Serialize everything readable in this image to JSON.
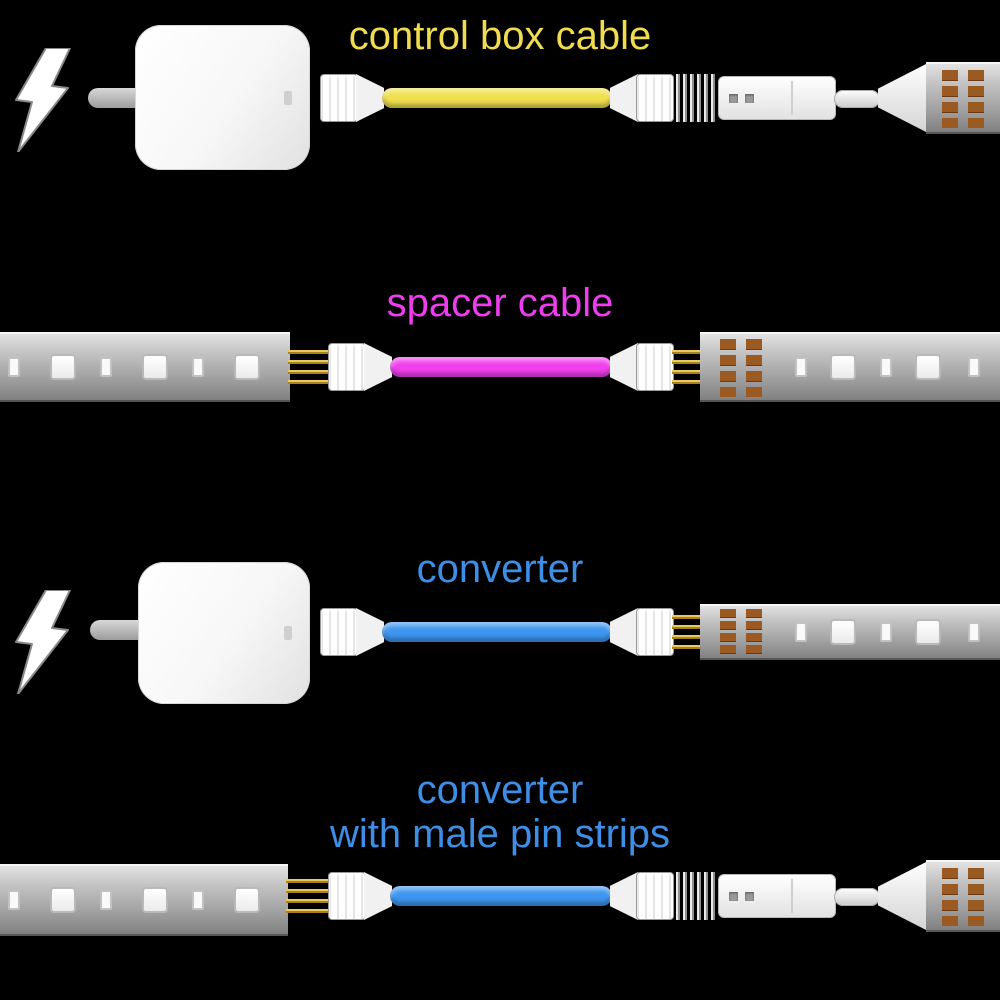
{
  "diagram": {
    "background_color": "#000000",
    "rows": [
      {
        "id": "control-box-cable",
        "label": "control box cable",
        "label_color": "#f0dc50",
        "cable_color": "#f0e04e",
        "components": [
          "lightning-bolt",
          "power-adapter",
          "4-pin-connector",
          "male-pin-strip",
          "adapter-connector",
          "led-strip-end"
        ]
      },
      {
        "id": "spacer-cable",
        "label": "spacer cable",
        "label_color": "#ee3cee",
        "cable_color": "#f040ee",
        "components": [
          "led-strip",
          "4-pin-connector",
          "4-pin-connector",
          "led-strip"
        ]
      },
      {
        "id": "converter",
        "label": "converter",
        "label_color": "#3e8ee6",
        "cable_color": "#3e96f0",
        "components": [
          "lightning-bolt",
          "power-adapter",
          "4-pin-connector",
          "led-strip"
        ]
      },
      {
        "id": "converter-with-male-pin-strips",
        "label": "converter",
        "label_line2": "with male pin strips",
        "label_color": "#3e8ee6",
        "cable_color": "#3e96f0",
        "components": [
          "led-strip",
          "4-pin-connector",
          "male-pin-strip",
          "adapter-connector",
          "led-strip-end"
        ]
      }
    ]
  }
}
